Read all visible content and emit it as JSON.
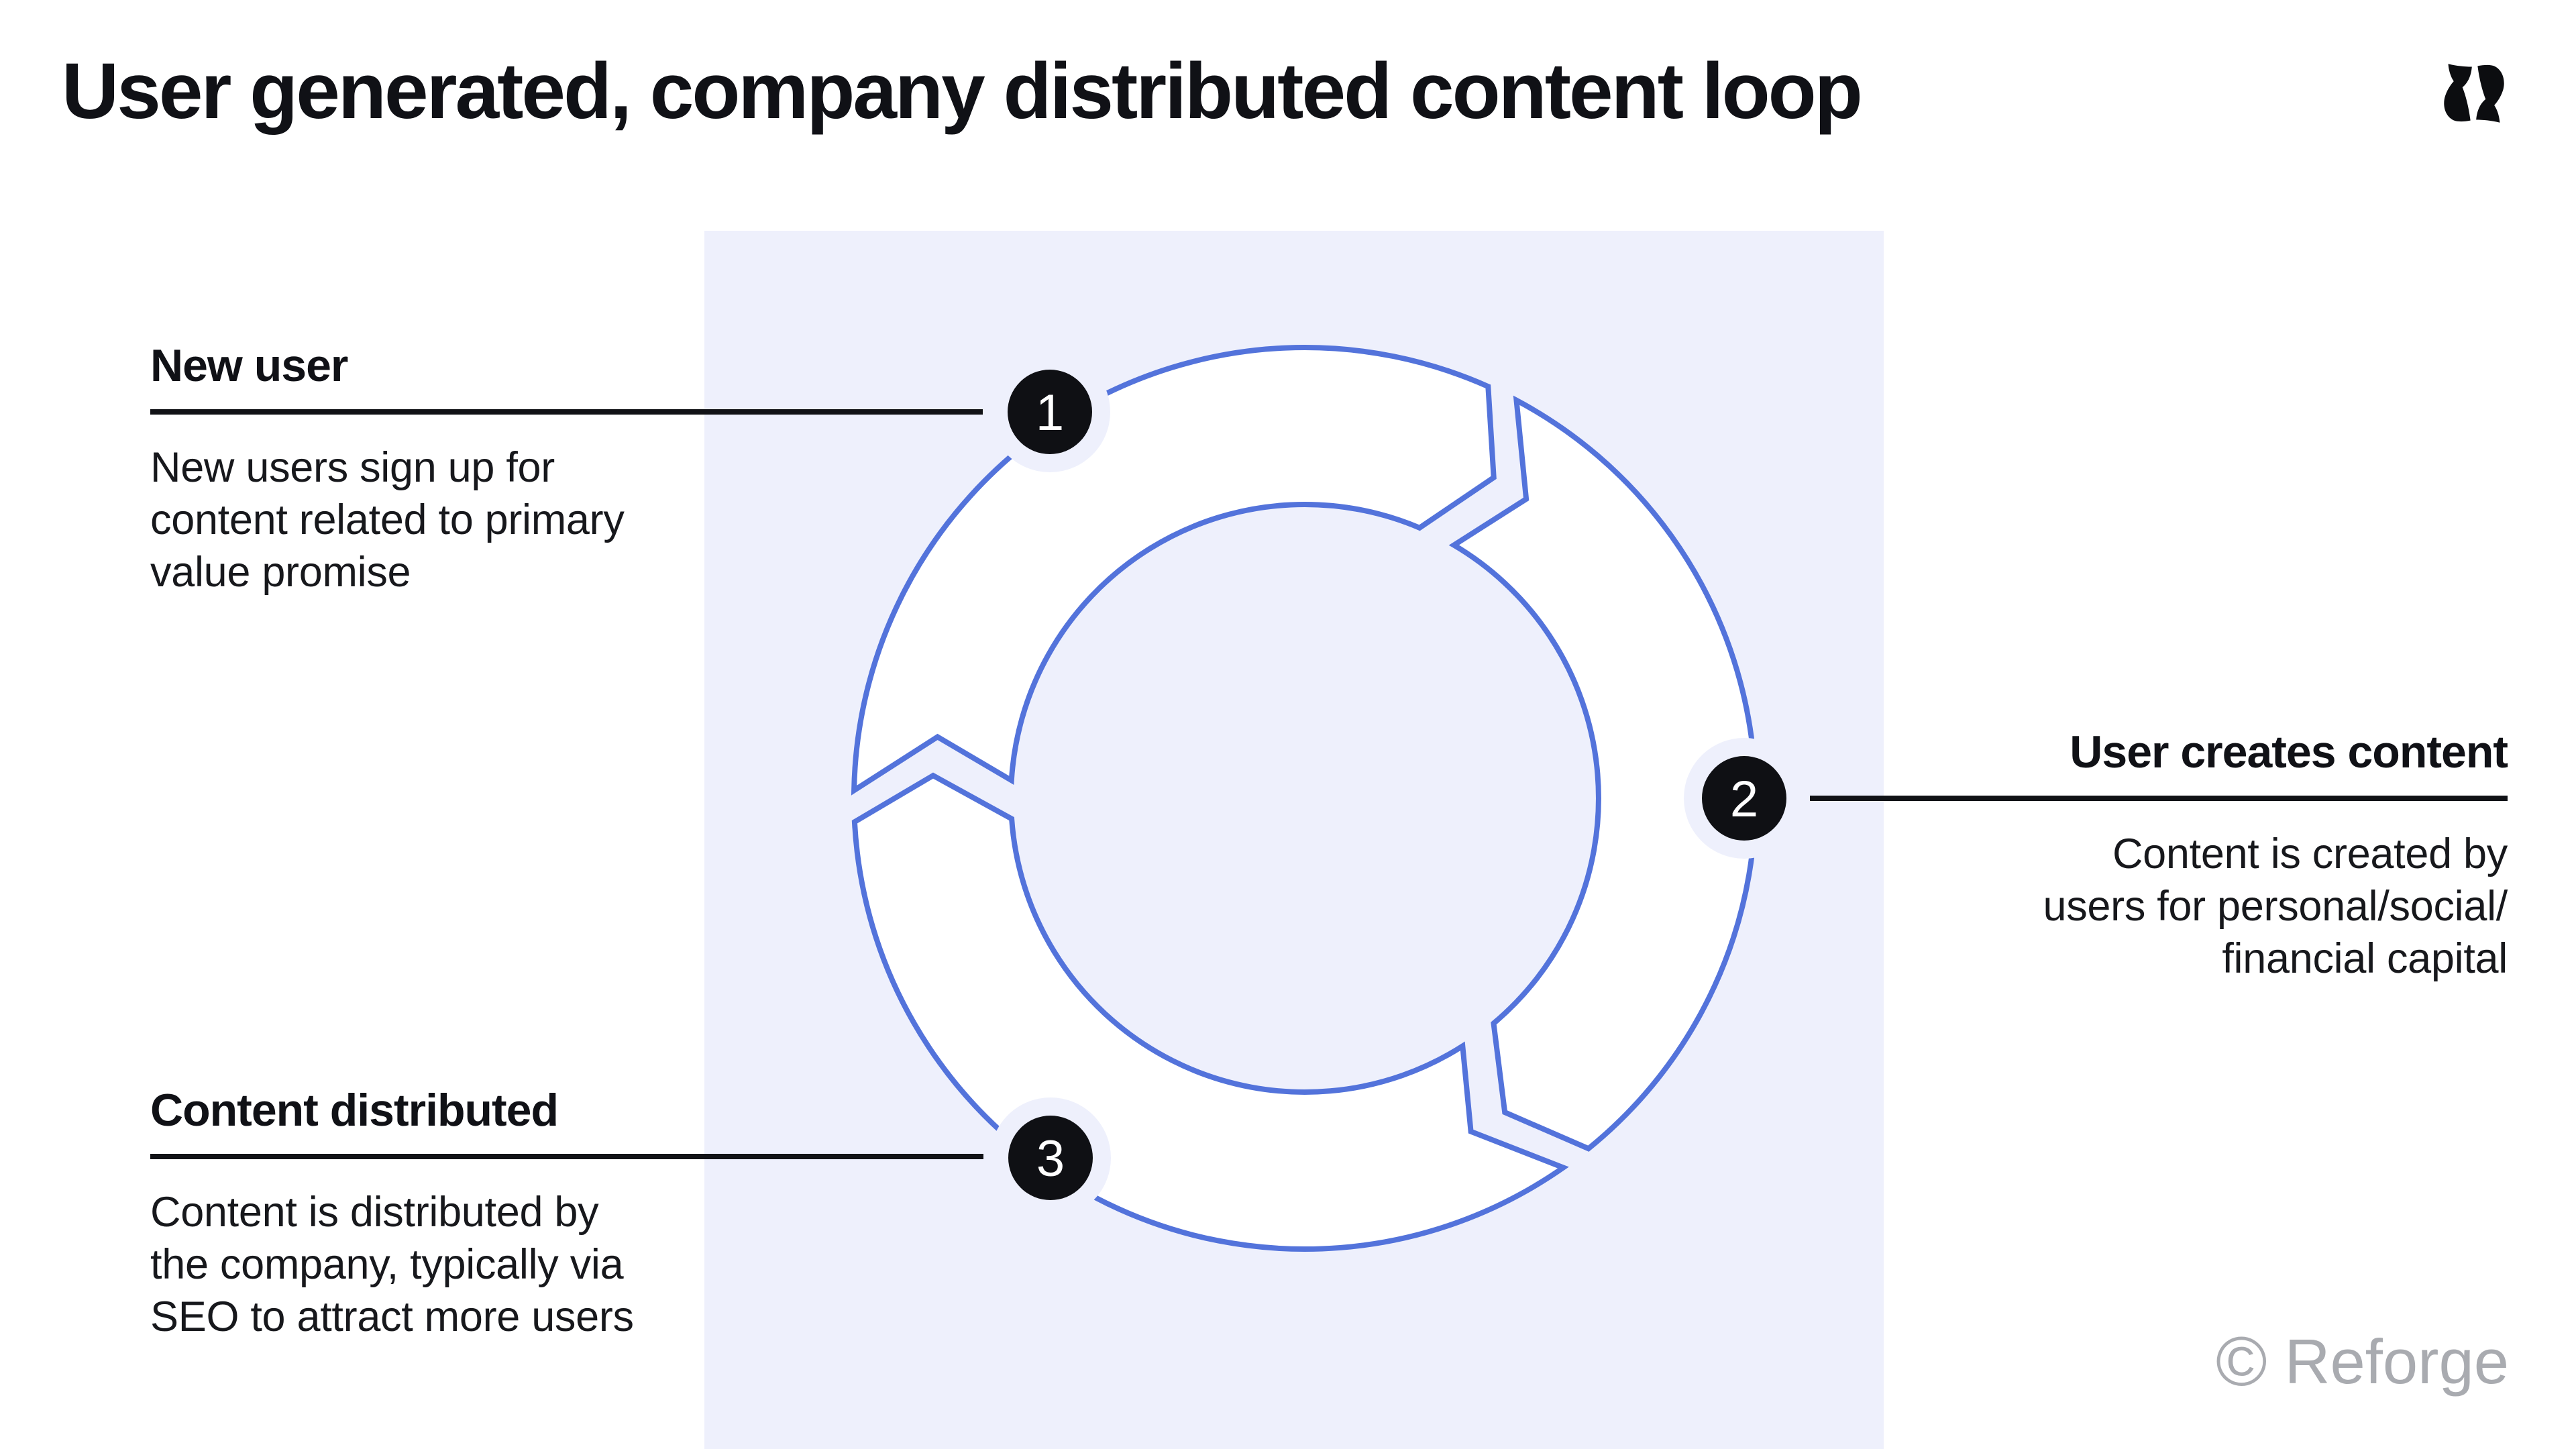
{
  "title": "User generated, company distributed content loop",
  "logo": {
    "name": "reforge-logo"
  },
  "watermark": {
    "symbol": "©",
    "text": "Reforge"
  },
  "colors": {
    "accent_blue": "#5373DB",
    "panel_lavender": "#EEF0FC",
    "ink_black": "#121316",
    "badge_black": "#0F1014",
    "watermark_gray": "#A9ABB0"
  },
  "diagram": {
    "type": "cycle-loop",
    "direction": "clockwise",
    "steps": [
      {
        "number": "1",
        "heading": "New user",
        "lines": [
          "New users sign up for",
          "content related to primary",
          "value promise"
        ]
      },
      {
        "number": "2",
        "heading": "User creates content",
        "lines": [
          "Content is created by",
          "users for personal/social/",
          "financial capital"
        ]
      },
      {
        "number": "3",
        "heading": "Content distributed",
        "lines": [
          "Content is distributed by",
          "the company, typically via",
          "SEO to attract more users"
        ]
      }
    ]
  }
}
